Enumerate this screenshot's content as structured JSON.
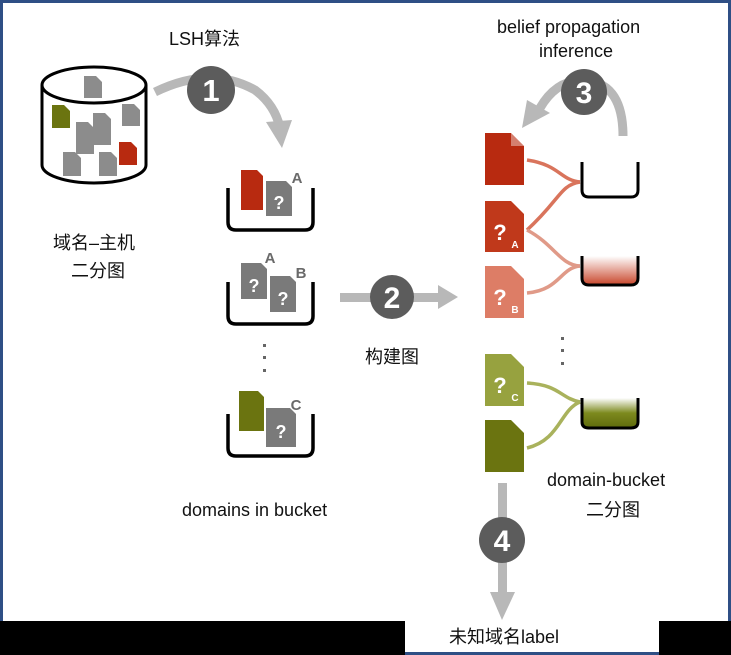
{
  "labels": {
    "lsh": "LSH算法",
    "bipartite_host_line1": "域名–主机",
    "bipartite_host_line2": "二分图",
    "domains_in_bucket": "domains in bucket",
    "build_graph": "构建图",
    "bp_line1": "belief propagation",
    "bp_line2": "inference",
    "domain_bucket_line1": "domain-bucket",
    "domain_bucket_line2": "二分图",
    "unknown_label": "未知域名label"
  },
  "steps": [
    "1",
    "2",
    "3",
    "4"
  ],
  "bucket_tags": {
    "a": "A",
    "b": "B",
    "c": "C",
    "q": "?"
  },
  "colors": {
    "gray_doc": "#8c8c8c",
    "dark_gray": "#7a7a7a",
    "red": "#b82a10",
    "red_mid": "#c8492f",
    "red_light": "#dd7d66",
    "olive": "#6b7410",
    "olive_light": "#97a23f",
    "arrow": "#b8b8b8",
    "step_circle": "#5c5c5c"
  }
}
